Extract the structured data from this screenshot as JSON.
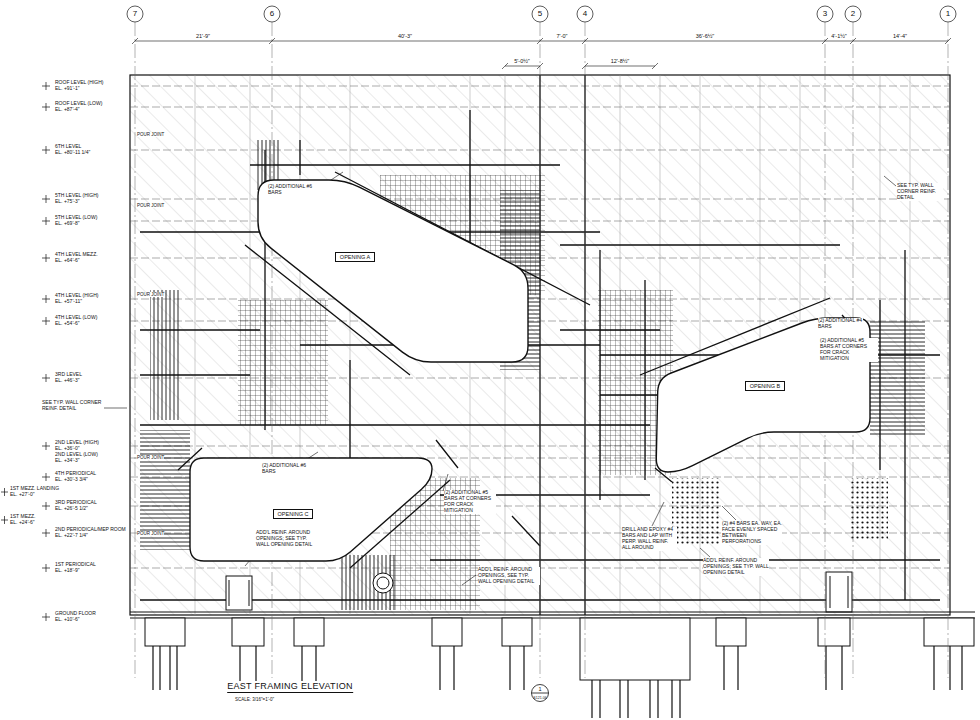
{
  "diagram": {
    "title": "EAST FRAMING ELEVATION",
    "nodes": [
      {
        "text": [
          "OPENING A"
        ]
      },
      {
        "text": [
          "OPENING B"
        ]
      },
      {
        "text": [
          "OPENING C"
        ]
      }
    ],
    "labels": [
      "7",
      "6",
      "5",
      "4",
      "3",
      "2",
      "1",
      "21'-9\"",
      "40'-3\"",
      "7'-0\"",
      "36'-6½\"",
      "4'-1½\"",
      "14'-4\"",
      "5'-0½\"",
      "12'-8½\"",
      "ROOF LEVEL (HIGH)",
      "EL. +91'-1\"",
      "ROOF LEVEL (LOW)",
      "EL. +87'-4\"",
      "6TH LEVEL",
      "EL. +80'-11 1/4\"",
      "5TH LEVEL (HIGH)",
      "EL. +75'-3\"",
      "5TH LEVEL (LOW)",
      "EL. +69'-8\"",
      "4TH LEVEL MEZZ.",
      "EL. +64'-6\"",
      "4TH LEVEL (HIGH)",
      "EL. +57'-11\"",
      "4TH LEVEL (LOW)",
      "EL. +54'-6\"",
      "3RD LEVEL",
      "EL. +46'-3\"",
      "2ND LEVEL (HIGH)",
      "EL. +36'-0\"",
      "2ND LEVEL (LOW)",
      "EL. +34'-3\"",
      "4TH PERIODICAL",
      "EL. +30'-3 3/4\"",
      "1ST MEZZ. LANDING",
      "EL. +27'-0\"",
      "3RD PERIODICAL",
      "EL. +26'-5 1/2\"",
      "1ST MEZZ.",
      "EL. +24'-6\"",
      "2ND PERIODICAL/MEP ROOM",
      "EL. +22'-7 1/4\"",
      "1ST PERIODICAL",
      "EL. +18'-9\"",
      "GROUND FLOOR",
      "EL. +10'-6\"",
      "POUR JOINT",
      "POUR JOINT",
      "POUR JOINT",
      "POUR JOINT",
      "POUR JOINT",
      "(2) ADDITIONAL #6 BARS",
      "SEE TYP. WALL CORNER REINF. DETAIL",
      "(2) ADDITIONAL #4 BARS",
      "(2) ADDITIONAL #5 BARS AT CORNERS FOR CRACK MITIGATION",
      "SEE TYP. WALL CORNER REINF. DETAIL",
      "(2) ADDITIONAL #6 BARS",
      "(2) ADDITIONAL #5 BARS AT CORNERS FOR CRACK MITIGATION",
      "ADD'L REINF. AROUND OPENINGS; SEE TYP. WALL OPENING DETAIL",
      "ADD'L REINF. AROUND OPENINGS, SEE TYP. WALL OPENING DETAIL",
      "DRILL AND EPOXY #4 BARS AND LAP WITH PERP. WALL REINF. ALL AROUND",
      "(2) #4 BARS EA. WAY, EA. FACE EVENLY SPACED BETWEEN PERFORATIONS",
      "ADD'L REINF. AROUND OPENINGS; SEE TYP. WALL OPENING DETAIL",
      "SCALE: 3/16\"=1'-0\"",
      "1",
      "S121.06"
    ]
  }
}
